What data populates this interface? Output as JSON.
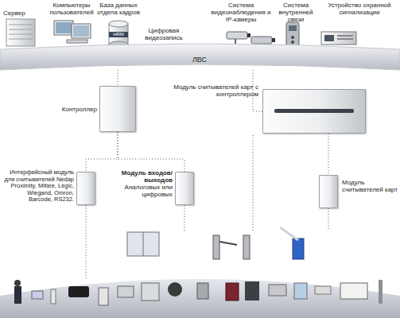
{
  "diagram": {
    "nodes": [
      {
        "text": [
          "ЛВС"
        ]
      },
      {
        "text": [
          "Контроллер"
        ]
      },
      {
        "text": [
          "Модуль считывателей карт с контроллером"
        ]
      },
      {
        "text": [
          "Интерфейсный модуль для считывателей Nedap Proximity, Mifare, Legic, Wiegand, Omron, Barcode, RS232."
        ]
      },
      {
        "text": [
          "Модуль входов/выходов",
          "Аналоговых или цифровых"
        ]
      },
      {
        "text": [
          "Модуль считывателей карт"
        ]
      }
    ],
    "edges": [
      {
        "from": 0,
        "to": 1,
        "arrow": "none"
      },
      {
        "from": 0,
        "to": 2,
        "arrow": "none"
      },
      {
        "from": 1,
        "to": 3,
        "arrow": "none"
      },
      {
        "from": 1,
        "to": 4,
        "arrow": "none"
      },
      {
        "from": 2,
        "to": 5,
        "arrow": "none"
      }
    ],
    "labels": [
      "Сервер",
      "Компьютеры пользователей",
      "База данных отдела кадров",
      "HRM",
      "Цифровая видеозапись",
      "Система видеонаблюдения и IP-камеры",
      "Система внутренней связи",
      "Устройство охранной сигнализации"
    ]
  }
}
